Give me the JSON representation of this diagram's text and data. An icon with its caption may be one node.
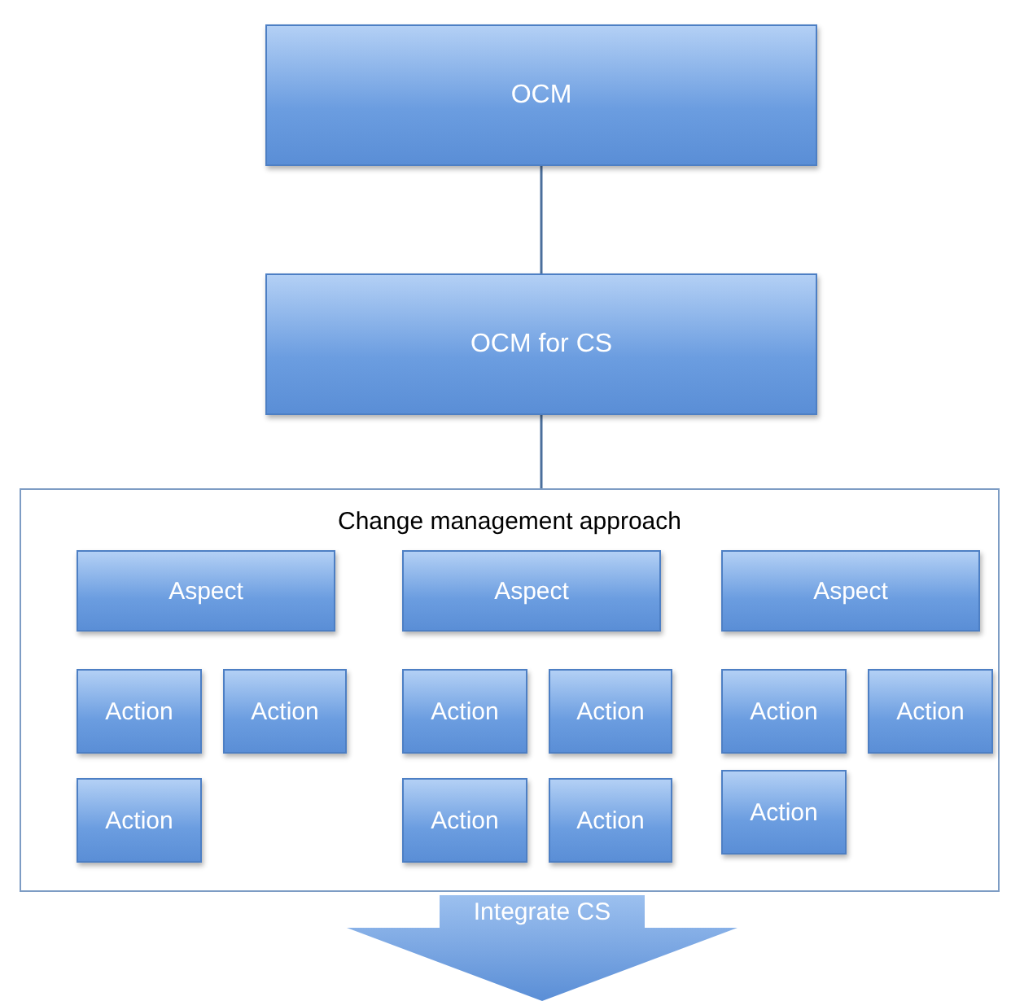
{
  "diagram": {
    "nodes": [
      {
        "text": [
          "OCM"
        ]
      },
      {
        "text": [
          "OCM for CS"
        ]
      },
      {
        "text": [
          "Change management approach"
        ]
      },
      {
        "text": [
          "Aspect"
        ],
        "in": 2
      },
      {
        "text": [
          "Action"
        ],
        "in": 2
      },
      {
        "text": [
          "Action"
        ],
        "in": 2
      },
      {
        "text": [
          "Action"
        ],
        "in": 2
      },
      {
        "text": [
          "Aspect"
        ],
        "in": 2
      },
      {
        "text": [
          "Action"
        ],
        "in": 2
      },
      {
        "text": [
          "Action"
        ],
        "in": 2
      },
      {
        "text": [
          "Action"
        ],
        "in": 2
      },
      {
        "text": [
          "Action"
        ],
        "in": 2
      },
      {
        "text": [
          "Aspect"
        ],
        "in": 2
      },
      {
        "text": [
          "Action"
        ],
        "in": 2
      },
      {
        "text": [
          "Action"
        ],
        "in": 2
      },
      {
        "text": [
          "Action"
        ],
        "in": 2
      },
      {
        "text": [
          "Integrate CS"
        ]
      }
    ],
    "edges": [
      {
        "from": 0,
        "to": 1,
        "arrow": "none"
      },
      {
        "from": 1,
        "to": 2,
        "arrow": "none"
      }
    ]
  }
}
